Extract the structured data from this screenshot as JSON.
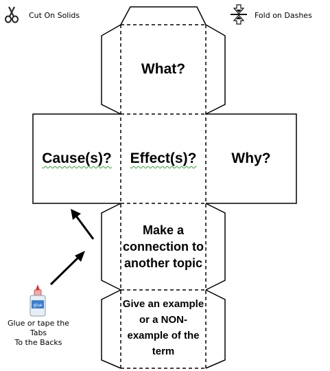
{
  "legend": {
    "cut_label": "Cut On Solids",
    "fold_label": "Fold on Dashes"
  },
  "faces": {
    "top": "What?",
    "left": "Cause(s)?",
    "center": "Effect(s)?",
    "right": "Why?",
    "connection": "Make a connection to another topic",
    "example": "Give an example or a NON-example of the term"
  },
  "glue": {
    "bottle_label": "glue",
    "caption_line1": "Glue or tape the Tabs",
    "caption_line2": "To the Backs"
  },
  "icons": {
    "cut": "scissors-icon",
    "fold": "fold-arrows-icon",
    "glue": "glue-bottle-icon"
  },
  "colors": {
    "outline": "#000000",
    "spellcheck_underline": "#2e9e2e",
    "glue_label": "#3a7fd0"
  }
}
